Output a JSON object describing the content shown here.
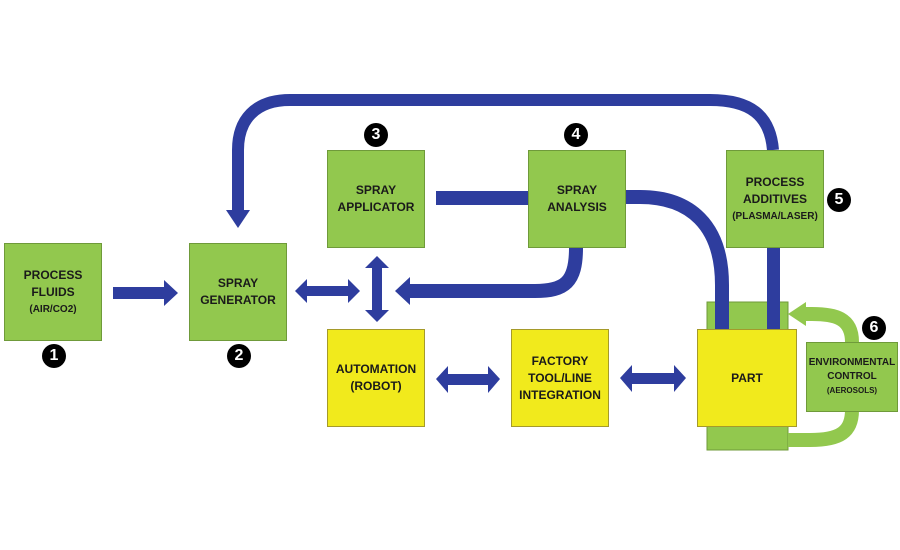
{
  "diagram": {
    "colors": {
      "process_box": "#92c84e",
      "integration_box": "#f1ea1c",
      "flow_arrow": "#2e3d9e",
      "environment_arrow": "#92c84e",
      "badge": "#000000"
    },
    "nodes": {
      "process_fluids": {
        "number": "1",
        "label": "PROCESS\nFLUIDS",
        "sub": "(AIR/CO2)"
      },
      "spray_generator": {
        "number": "2",
        "label": "SPRAY\nGENERATOR"
      },
      "spray_applicator": {
        "number": "3",
        "label": "SPRAY\nAPPLICATOR"
      },
      "spray_analysis": {
        "number": "4",
        "label": "SPRAY\nANALYSIS"
      },
      "process_additives": {
        "number": "5",
        "label": "PROCESS\nADDITIVES",
        "sub": "(PLASMA/LASER)"
      },
      "environmental_control": {
        "number": "6",
        "label": "ENVIRONMENTAL\nCONTROL",
        "sub": "(AEROSOLS)"
      },
      "automation": {
        "label": "AUTOMATION\n(ROBOT)"
      },
      "factory_integration": {
        "label": "FACTORY\nTOOL/LINE\nINTEGRATION"
      },
      "part": {
        "label": "PART"
      }
    },
    "edges": [
      {
        "from": "process_fluids",
        "to": "spray_generator",
        "type": "one-way"
      },
      {
        "from": "spray_generator",
        "to": "automation-hub",
        "type": "two-way"
      },
      {
        "from": "spray_applicator",
        "to": "automation",
        "type": "two-way"
      },
      {
        "from": "spray_analysis",
        "to": "automation-hub",
        "type": "one-way"
      },
      {
        "from": "spray_applicator",
        "to": "part",
        "type": "one-way",
        "via": "spray_analysis"
      },
      {
        "from": "process_additives",
        "to": "part",
        "type": "one-way"
      },
      {
        "from": "process_additives",
        "to": "spray_generator",
        "type": "one-way"
      },
      {
        "from": "automation",
        "to": "factory_integration",
        "type": "two-way"
      },
      {
        "from": "factory_integration",
        "to": "part",
        "type": "two-way"
      },
      {
        "from": "environmental_control",
        "to": "part",
        "type": "loop"
      }
    ]
  }
}
